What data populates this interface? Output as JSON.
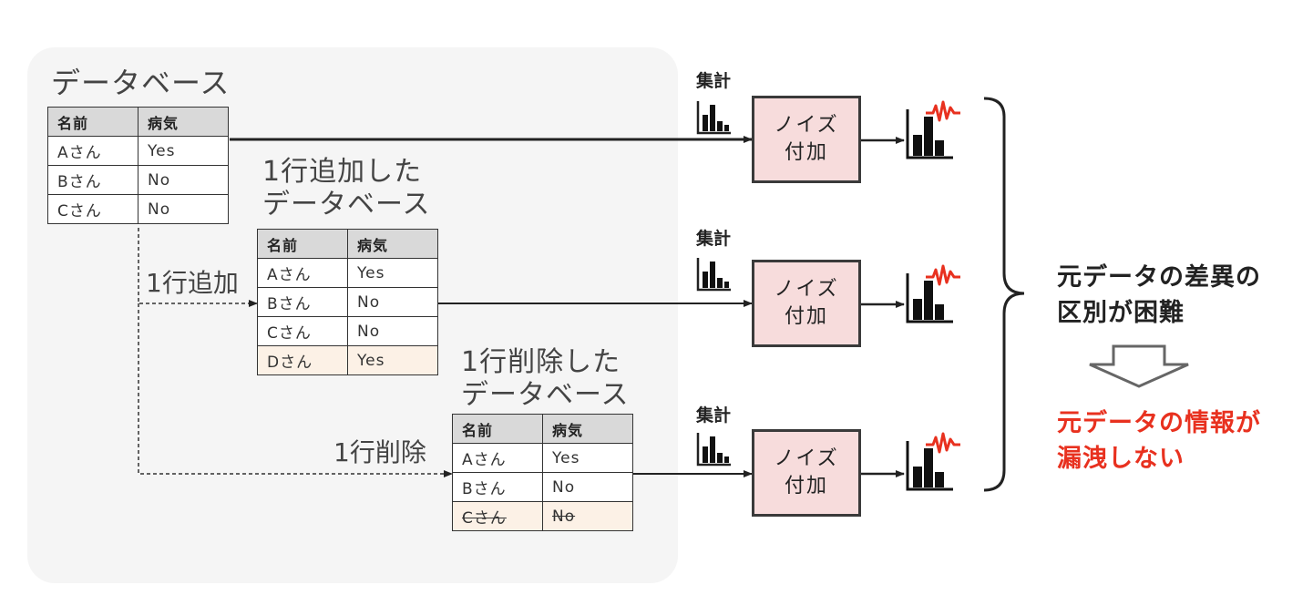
{
  "headers": {
    "name": "名前",
    "status": "病気"
  },
  "db1": {
    "title": "データベース",
    "rows": [
      [
        "Aさん",
        "Yes"
      ],
      [
        "Bさん",
        "No"
      ],
      [
        "Cさん",
        "No"
      ]
    ]
  },
  "db2": {
    "title_line1": "1行追加した",
    "title_line2": "データベース",
    "rows": [
      [
        "Aさん",
        "Yes"
      ],
      [
        "Bさん",
        "No"
      ],
      [
        "Cさん",
        "No"
      ],
      [
        "Dさん",
        "Yes"
      ]
    ]
  },
  "db3": {
    "title_line1": "1行削除した",
    "title_line2": "データベース",
    "rows": [
      [
        "Aさん",
        "Yes"
      ],
      [
        "Bさん",
        "No"
      ],
      [
        "Cさん",
        "No"
      ]
    ]
  },
  "op_add": "1行追加",
  "op_delete": "1行削除",
  "aggregate_label": "集計",
  "noise_line1": "ノイズ",
  "noise_line2": "付加",
  "conclusion": {
    "line1": "元データの差異の",
    "line2": "区別が困難",
    "result_line1": "元データの情報が",
    "result_line2": "漏洩しない"
  },
  "colors": {
    "noise_box_fill": "#f7dcdc",
    "highlight_row": "#fcf1e6",
    "result_text": "#e8311f",
    "noise_spike": "#e8311f",
    "panel": "#f5f5f5"
  },
  "icons": [
    "bar-chart-icon",
    "noisy-bar-chart-icon",
    "brace-icon",
    "down-arrow-icon"
  ]
}
